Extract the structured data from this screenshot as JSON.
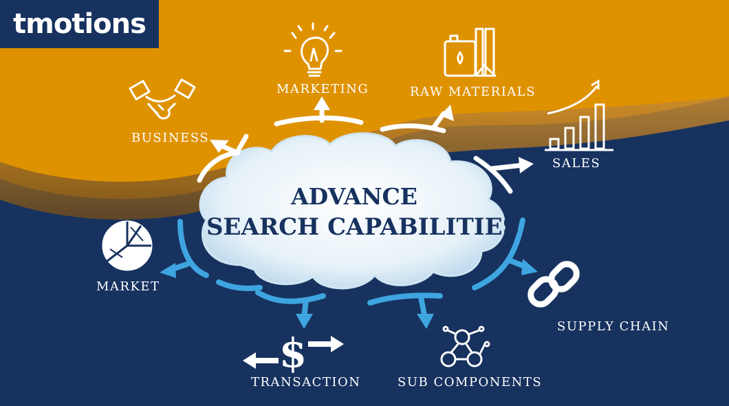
{
  "logo": {
    "text": "tmotions"
  },
  "title": {
    "line1": "ADVANCE",
    "line2": "SEARCH CAPABILITIES"
  },
  "labels": {
    "business": "BUSINESS",
    "marketing": "MARKETING",
    "raw_materials": "RAW MATERIALS",
    "sales": "SALES",
    "market": "MARKET",
    "supply_chain": "SUPPLY CHAIN",
    "transaction": "TRANSACTION",
    "sub_components": "SUB COMPONENTS"
  },
  "colors": {
    "orange": "#df9200",
    "navy": "#17325f",
    "cloud": "#e6f1f8",
    "arrow_blue": "#3ea5e0",
    "accent_cyan": "#29b6f6"
  },
  "icons": [
    "handshake-icon",
    "lightbulb-icon",
    "oil-barrel-icon",
    "growth-chart-icon",
    "pie-chart-icon",
    "chain-link-icon",
    "dollar-exchange-icon",
    "network-people-icon"
  ]
}
